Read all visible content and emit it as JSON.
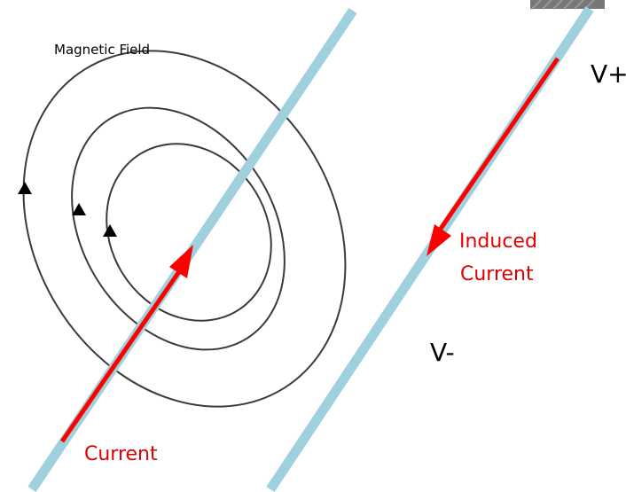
{
  "labels": {
    "magnetic_field": "Magnetic Field",
    "v_plus": "V+",
    "v_minus": "V-",
    "induced_current_line1": "Induced",
    "induced_current_line2": "Current",
    "current": "Current"
  },
  "colors": {
    "wire": "#9fd0de",
    "current_arrow": "#ff0000",
    "field_line": "#3a3a3a",
    "label_red": "#e00000",
    "corner_mark": "#666666"
  }
}
